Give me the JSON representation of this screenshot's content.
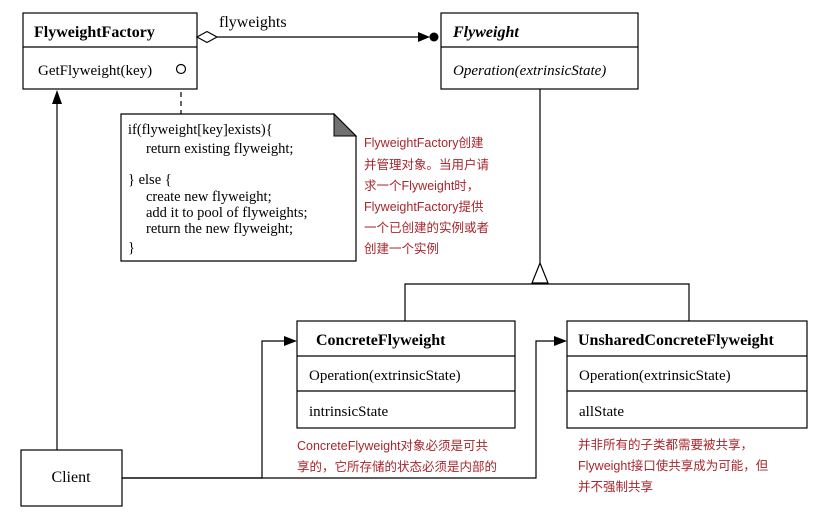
{
  "classes": {
    "flyweight_factory": {
      "name": "FlyweightFactory",
      "operation": "GetFlyweight(key)"
    },
    "flyweight": {
      "name": "Flyweight",
      "operation": "Operation(extrinsicState)"
    },
    "concrete_flyweight": {
      "name": "ConcreteFlyweight",
      "operation": "Operation(extrinsicState)",
      "attribute": "intrinsicState"
    },
    "unshared_concrete_flyweight": {
      "name": "UnsharedConcreteFlyweight",
      "operation": "Operation(extrinsicState)",
      "attribute": "allState"
    },
    "client": {
      "name": "Client"
    }
  },
  "association_label": "flyweights",
  "code_note": {
    "lines": [
      "if(flyweight[key]exists){",
      "return existing flyweight;",
      "} else {",
      "create new flyweight;",
      "add it to pool of flyweights;",
      "return the new flyweight;",
      "}"
    ]
  },
  "annotations": {
    "factory_note": [
      "FlyweightFactory创建",
      "并管理对象。当用户请",
      "求一个Flyweight时，",
      "FlyweightFactory提供",
      "一个已创建的实例或者",
      "创建一个实例"
    ],
    "concrete_note": [
      "ConcreteFlyweight对象必须是可共",
      "享的，它所存储的状态必须是内部的"
    ],
    "unshared_note": [
      "并非所有的子类都需要被共享，",
      "Flyweight接口使共享成为可能，但",
      "并不强制共享"
    ]
  },
  "colors": {
    "annotation_text": "#a8272d",
    "note_corner": "#707070"
  }
}
